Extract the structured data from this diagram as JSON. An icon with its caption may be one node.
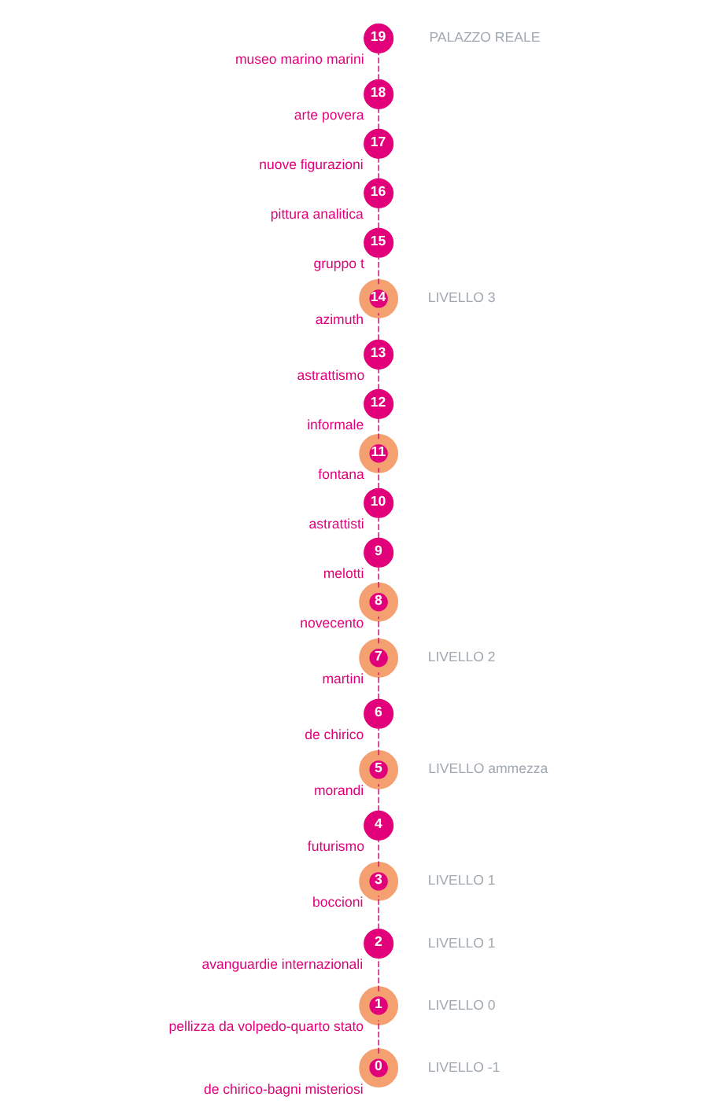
{
  "diagram": {
    "nodes": [
      {
        "text": [
          "0"
        ],
        "beside": [
          "de chirico-bagni misteriosi"
        ]
      },
      {
        "text": [
          "1"
        ],
        "beside": [
          "pellizza da volpedo-quarto stato"
        ]
      },
      {
        "text": [
          "2"
        ],
        "beside": [
          "avanguardie internazionali"
        ]
      },
      {
        "text": [
          "3"
        ],
        "beside": [
          "boccioni"
        ]
      },
      {
        "text": [
          "4"
        ],
        "beside": [
          "futurismo"
        ]
      },
      {
        "text": [
          "5"
        ],
        "beside": [
          "morandi"
        ]
      },
      {
        "text": [
          "6"
        ],
        "beside": [
          "de chirico"
        ]
      },
      {
        "text": [
          "7"
        ],
        "beside": [
          "martini"
        ]
      },
      {
        "text": [
          "8"
        ],
        "beside": [
          "novecento"
        ]
      },
      {
        "text": [
          "9"
        ],
        "beside": [
          "melotti"
        ]
      },
      {
        "text": [
          "10"
        ],
        "beside": [
          "astrattisti"
        ]
      },
      {
        "text": [
          "11"
        ],
        "beside": [
          "fontana"
        ]
      },
      {
        "text": [
          "12"
        ],
        "beside": [
          "informale"
        ]
      },
      {
        "text": [
          "13"
        ],
        "beside": [
          "astrattismo"
        ]
      },
      {
        "text": [
          "14"
        ],
        "beside": [
          "azimuth"
        ]
      },
      {
        "text": [
          "15"
        ],
        "beside": [
          "gruppo t"
        ]
      },
      {
        "text": [
          "16"
        ],
        "beside": [
          "pittura analitica"
        ]
      },
      {
        "text": [
          "17"
        ],
        "beside": [
          "nuove figurazioni"
        ]
      },
      {
        "text": [
          "18"
        ],
        "beside": [
          "arte povera"
        ]
      },
      {
        "text": [
          "19"
        ],
        "beside": [
          "museo marino marini"
        ]
      }
    ],
    "edges": [
      {
        "from": 0,
        "to": 1,
        "arrow": "none",
        "style": "dashed"
      },
      {
        "from": 1,
        "to": 2,
        "arrow": "none",
        "style": "dashed"
      },
      {
        "from": 2,
        "to": 3,
        "arrow": "none",
        "style": "dashed"
      },
      {
        "from": 3,
        "to": 4,
        "arrow": "none",
        "style": "dashed"
      },
      {
        "from": 4,
        "to": 5,
        "arrow": "none",
        "style": "dashed"
      },
      {
        "from": 5,
        "to": 6,
        "arrow": "none",
        "style": "dashed"
      },
      {
        "from": 6,
        "to": 7,
        "arrow": "none",
        "style": "dashed"
      },
      {
        "from": 7,
        "to": 8,
        "arrow": "none",
        "style": "dashed"
      },
      {
        "from": 8,
        "to": 9,
        "arrow": "none",
        "style": "dashed"
      },
      {
        "from": 9,
        "to": 10,
        "arrow": "none",
        "style": "dashed"
      },
      {
        "from": 10,
        "to": 11,
        "arrow": "none",
        "style": "dashed"
      },
      {
        "from": 11,
        "to": 12,
        "arrow": "none",
        "style": "dashed"
      },
      {
        "from": 12,
        "to": 13,
        "arrow": "none",
        "style": "dashed"
      },
      {
        "from": 13,
        "to": 14,
        "arrow": "none",
        "style": "dashed"
      },
      {
        "from": 14,
        "to": 15,
        "arrow": "none",
        "style": "dashed"
      },
      {
        "from": 15,
        "to": 16,
        "arrow": "none",
        "style": "dashed"
      },
      {
        "from": 16,
        "to": 17,
        "arrow": "none",
        "style": "dashed"
      },
      {
        "from": 17,
        "to": 18,
        "arrow": "none",
        "style": "dashed"
      },
      {
        "from": 18,
        "to": 19,
        "arrow": "none",
        "style": "dashed"
      }
    ],
    "labels": [
      "PALAZZO REALE",
      "LIVELLO 3",
      "LIVELLO 2",
      "LIVELLO ammezza",
      "LIVELLO 1",
      "LIVELLO 1",
      "LIVELLO 0",
      "LIVELLO -1"
    ]
  }
}
